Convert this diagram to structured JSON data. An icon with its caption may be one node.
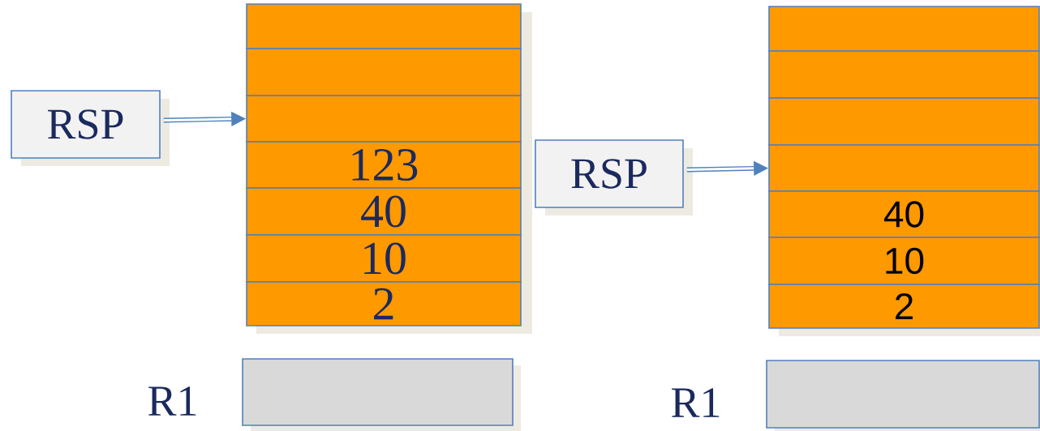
{
  "diagram": {
    "nodes": [
      {
        "text": [
          "RSP"
        ]
      },
      {
        "text": [],
        "shape": "box"
      },
      {
        "text": [],
        "shape": "box"
      },
      {
        "text": [],
        "shape": "box"
      },
      {
        "text": [
          "123"
        ]
      },
      {
        "text": [
          "40"
        ]
      },
      {
        "text": [
          "10"
        ]
      },
      {
        "text": [
          "2"
        ]
      },
      {
        "text": [],
        "shape": "box",
        "beside": [
          "R1"
        ]
      },
      {
        "text": [
          "RSP"
        ]
      },
      {
        "text": [],
        "shape": "box"
      },
      {
        "text": [],
        "shape": "box"
      },
      {
        "text": [],
        "shape": "box"
      },
      {
        "text": [],
        "shape": "box"
      },
      {
        "text": [
          "40"
        ]
      },
      {
        "text": [
          "10"
        ]
      },
      {
        "text": [
          "2"
        ]
      },
      {
        "text": [],
        "shape": "box",
        "beside": [
          "R1"
        ]
      }
    ],
    "edges": [
      {
        "from": 0,
        "to": 3,
        "arrow": "to"
      },
      {
        "from": 9,
        "to": 13,
        "arrow": "to"
      }
    ]
  }
}
